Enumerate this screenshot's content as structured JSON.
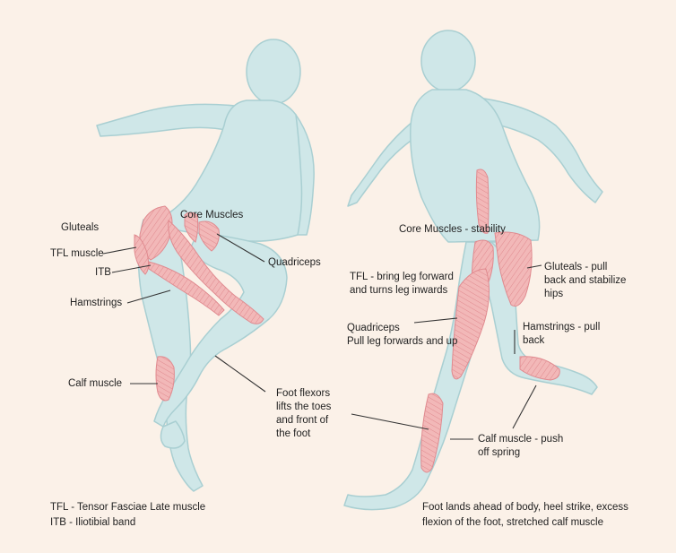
{
  "colors": {
    "background": "#fbf1e8",
    "body_fill": "#cfe7e8",
    "body_stroke": "#a9cfd2",
    "muscle_fill": "#f2b8b8",
    "muscle_fiber": "#e08a8f",
    "leader_line": "#333333"
  },
  "left_figure": {
    "labels": {
      "gluteals": "Gluteals",
      "core_muscles": "Core Muscles",
      "tfl_muscle": "TFL muscle",
      "itb": "ITB",
      "quadriceps": "Quadriceps",
      "hamstrings": "Hamstrings",
      "calf_muscle": "Calf muscle",
      "foot_flexors": "Foot flexors\nlifts the toes\nand front of\nthe foot"
    },
    "footnote": "TFL - Tensor Fasciae Late muscle\nITB - Iliotibial band"
  },
  "right_figure": {
    "labels": {
      "core_stability": "Core Muscles - stability",
      "tfl": "TFL - bring leg forward\nand turns leg inwards",
      "gluteals": "Gluteals - pull\nback and stabilize\nhips",
      "quadriceps": "Quadriceps\nPull leg forwards and up",
      "hamstrings": "Hamstrings - pull\nback",
      "calf": "Calf muscle - push\noff spring"
    },
    "footnote": "Foot lands ahead of body, heel strike, excess\nflexion of the foot, stretched calf muscle"
  }
}
